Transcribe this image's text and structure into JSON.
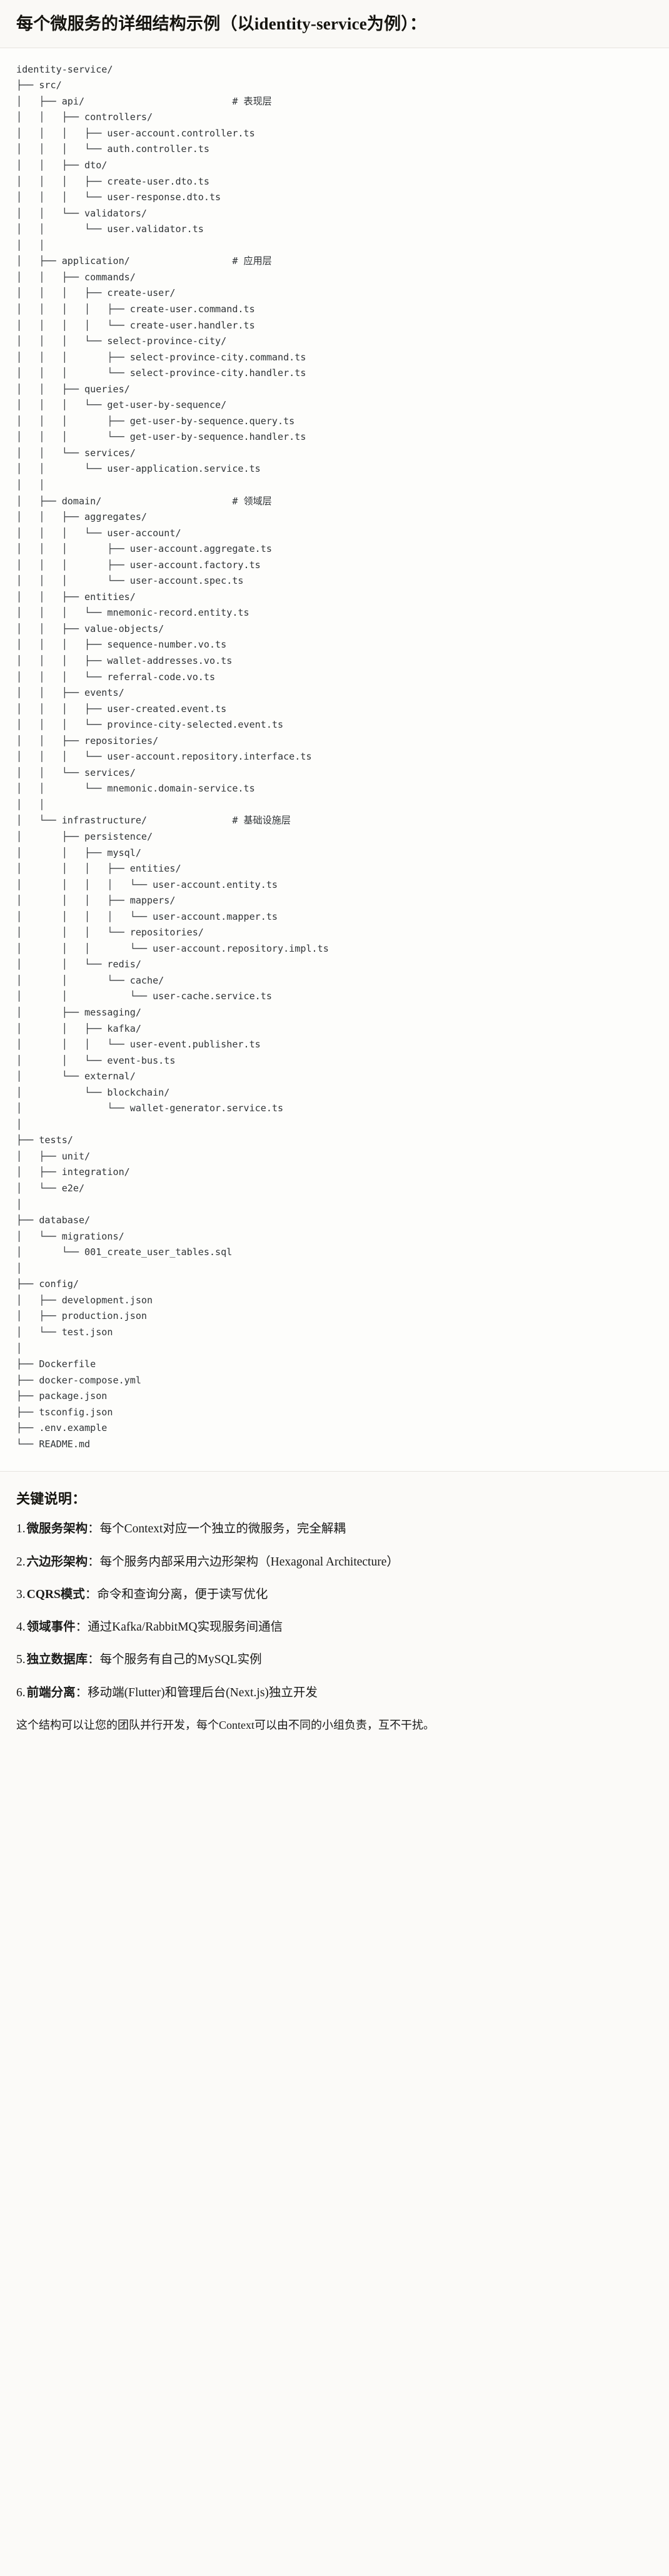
{
  "header": {
    "title": "每个微服务的详细结构示例（以identity-service为例）："
  },
  "tree": {
    "root": "identity-service/",
    "text": "identity-service/\n├── src/\n│   ├── api/                          # 表现层\n│   │   ├── controllers/\n│   │   │   ├── user-account.controller.ts\n│   │   │   └── auth.controller.ts\n│   │   ├── dto/\n│   │   │   ├── create-user.dto.ts\n│   │   │   └── user-response.dto.ts\n│   │   └── validators/\n│   │       └── user.validator.ts\n│   │\n│   ├── application/                  # 应用层\n│   │   ├── commands/\n│   │   │   ├── create-user/\n│   │   │   │   ├── create-user.command.ts\n│   │   │   │   └── create-user.handler.ts\n│   │   │   └── select-province-city/\n│   │   │       ├── select-province-city.command.ts\n│   │   │       └── select-province-city.handler.ts\n│   │   ├── queries/\n│   │   │   └── get-user-by-sequence/\n│   │   │       ├── get-user-by-sequence.query.ts\n│   │   │       └── get-user-by-sequence.handler.ts\n│   │   └── services/\n│   │       └── user-application.service.ts\n│   │\n│   ├── domain/                       # 领域层\n│   │   ├── aggregates/\n│   │   │   └── user-account/\n│   │   │       ├── user-account.aggregate.ts\n│   │   │       ├── user-account.factory.ts\n│   │   │       └── user-account.spec.ts\n│   │   ├── entities/\n│   │   │   └── mnemonic-record.entity.ts\n│   │   ├── value-objects/\n│   │   │   ├── sequence-number.vo.ts\n│   │   │   ├── wallet-addresses.vo.ts\n│   │   │   └── referral-code.vo.ts\n│   │   ├── events/\n│   │   │   ├── user-created.event.ts\n│   │   │   └── province-city-selected.event.ts\n│   │   ├── repositories/\n│   │   │   └── user-account.repository.interface.ts\n│   │   └── services/\n│   │       └── mnemonic.domain-service.ts\n│   │\n│   └── infrastructure/               # 基础设施层\n│       ├── persistence/\n│       │   ├── mysql/\n│       │   │   ├── entities/\n│       │   │   │   └── user-account.entity.ts\n│       │   │   ├── mappers/\n│       │   │   │   └── user-account.mapper.ts\n│       │   │   └── repositories/\n│       │   │       └── user-account.repository.impl.ts\n│       │   └── redis/\n│       │       └── cache/\n│       │           └── user-cache.service.ts\n│       ├── messaging/\n│       │   ├── kafka/\n│       │   │   └── user-event.publisher.ts\n│       │   └── event-bus.ts\n│       └── external/\n│           └── blockchain/\n│               └── wallet-generator.service.ts\n│\n├── tests/\n│   ├── unit/\n│   ├── integration/\n│   └── e2e/\n│\n├── database/\n│   └── migrations/\n│       └── 001_create_user_tables.sql\n│\n├── config/\n│   ├── development.json\n│   ├── production.json\n│   └── test.json\n│\n├── Dockerfile\n├── docker-compose.yml\n├── package.json\n├── tsconfig.json\n├── .env.example\n└── README.md",
    "layer_comments": [
      "# 表现层",
      "# 应用层",
      "# 领域层",
      "# 基础设施层"
    ]
  },
  "notes": {
    "title": "关键说明：",
    "items": [
      {
        "num": "1.",
        "term": "微服务架构",
        "sep": "：",
        "body": "每个Context对应一个独立的微服务，完全解耦"
      },
      {
        "num": "2.",
        "term": "六边形架构",
        "sep": "：",
        "body": "每个服务内部采用六边形架构（Hexagonal Architecture）"
      },
      {
        "num": "3.",
        "term": "CQRS模式",
        "sep": "：",
        "body": "命令和查询分离，便于读写优化"
      },
      {
        "num": "4.",
        "term": "领域事件",
        "sep": "：",
        "body": "通过Kafka/RabbitMQ实现服务间通信"
      },
      {
        "num": "5.",
        "term": "独立数据库",
        "sep": "：",
        "body": "每个服务有自己的MySQL实例"
      },
      {
        "num": "6.",
        "term": "前端分离",
        "sep": "：",
        "body": "移动端(Flutter)和管理后台(Next.js)独立开发"
      }
    ],
    "closing": "这个结构可以让您的团队并行开发，每个Context可以由不同的小组负责，互不干扰。"
  },
  "colors": {
    "page_bg": "#fbfaf8",
    "code_bg": "#fdfdfb",
    "text": "#1a1a19",
    "code_text": "#2f3336",
    "divider": "#e6e4df"
  }
}
